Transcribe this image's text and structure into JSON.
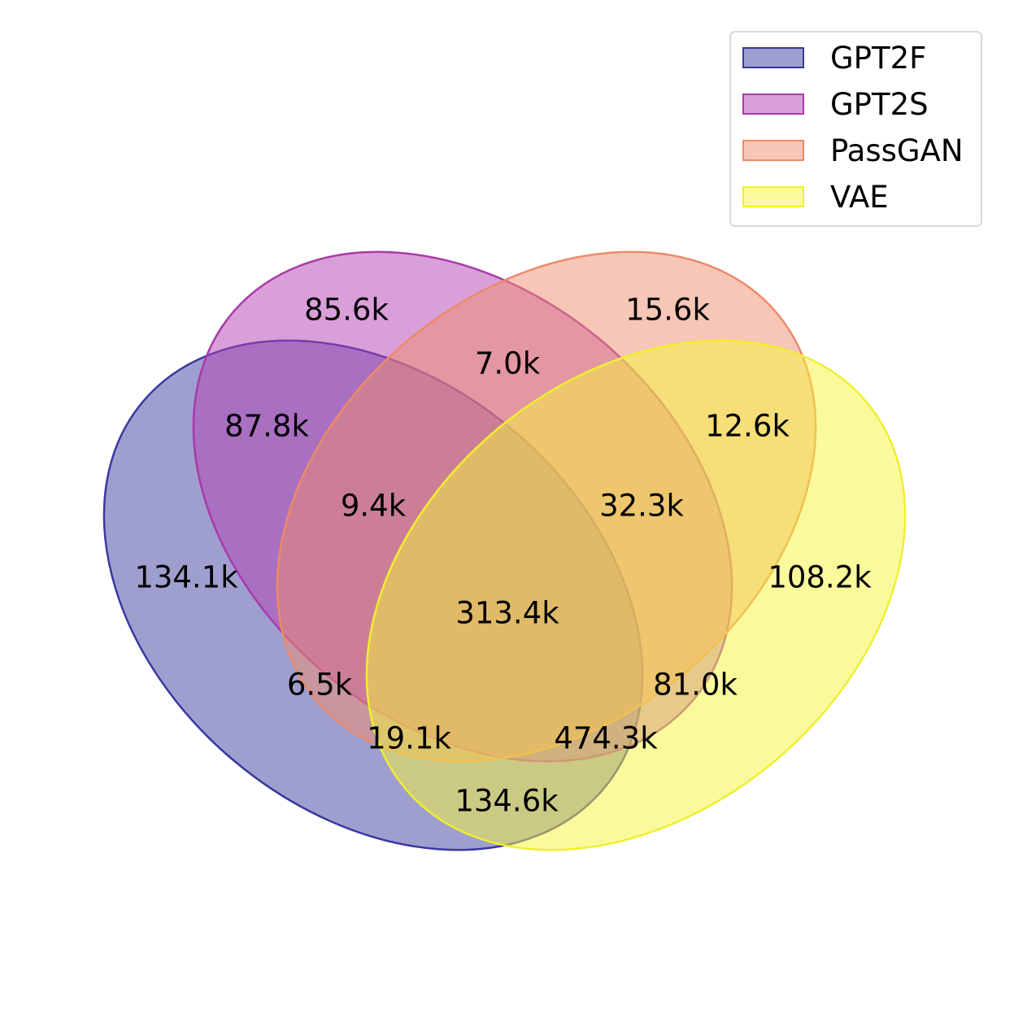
{
  "sets": [
    {
      "name": "GPT2F",
      "fill": "#3f3f9f",
      "edge": "#3a38a0"
    },
    {
      "name": "GPT2S",
      "fill": "#b340b3",
      "edge": "#a93aa8"
    },
    {
      "name": "PassGAN",
      "fill": "#f08e6e",
      "edge": "#ec8a6a"
    },
    {
      "name": "VAE",
      "fill": "#f5f53a",
      "edge": "#efef30"
    }
  ],
  "regions": {
    "gpt2s_only": "85.6k",
    "passgan_only": "15.6k",
    "gpt2s_passgan": "7.0k",
    "gpt2f_gpt2s": "87.8k",
    "passgan_vae": "12.6k",
    "gpt2f_gpt2s_passgan": "9.4k",
    "gpt2s_passgan_vae": "32.3k",
    "gpt2f_only": "134.1k",
    "vae_only": "108.2k",
    "all_four": "313.4k",
    "gpt2f_passgan": "6.5k",
    "gpt2s_vae": "81.0k",
    "gpt2f_passgan_vae": "19.1k",
    "gpt2f_gpt2s_vae": "474.3k",
    "gpt2f_vae": "134.6k"
  }
}
